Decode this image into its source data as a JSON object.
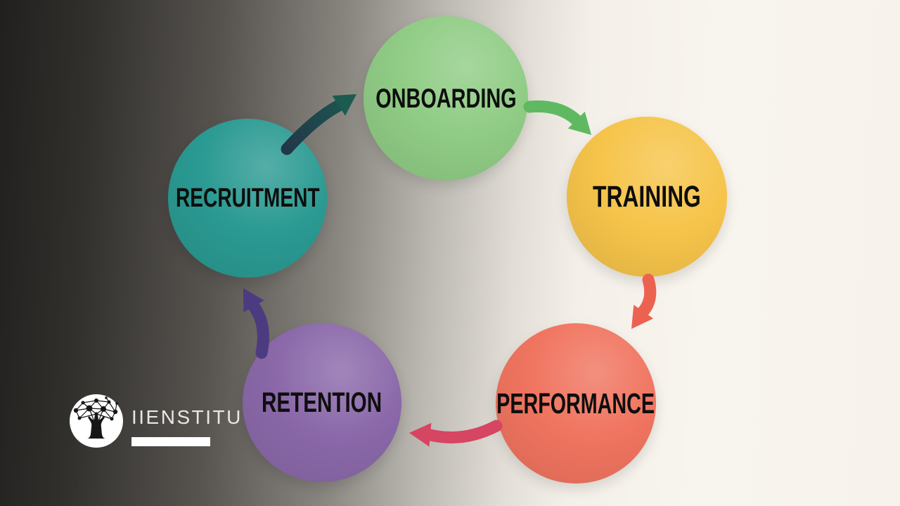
{
  "diagram": {
    "stages": [
      {
        "id": "recruitment",
        "label": "RECRUITMENT",
        "color": "#2a9a92"
      },
      {
        "id": "onboarding",
        "label": "ONBOARDING",
        "color": "#90cc85"
      },
      {
        "id": "training",
        "label": "TRAINING",
        "color": "#f6c44a"
      },
      {
        "id": "performance",
        "label": "PERFORMANCE",
        "color": "#f0745f"
      },
      {
        "id": "retention",
        "label": "RETENTION",
        "color": "#8a68a9"
      }
    ],
    "arrows": [
      {
        "from": "recruitment",
        "to": "onboarding",
        "color": "#223749",
        "color_end": "#1b5b50"
      },
      {
        "from": "onboarding",
        "to": "training",
        "color": "#5fb961",
        "color_end": "#5fb961"
      },
      {
        "from": "training",
        "to": "performance",
        "color": "#ec6251",
        "color_end": "#ec6251"
      },
      {
        "from": "performance",
        "to": "retention",
        "color": "#d64561",
        "color_end": "#d64561"
      },
      {
        "from": "retention",
        "to": "recruitment",
        "color": "#4c3b80",
        "color_end": "#4c3b80"
      }
    ],
    "label_color": "#0e0e0e"
  },
  "logo": {
    "brand": "IIENSTITU",
    "icon": "network-tree-icon",
    "badge_color": "#ffffff",
    "icon_color": "#161616"
  },
  "background": {
    "gradient_left": "#21201e",
    "gradient_right": "#f7f3ec"
  }
}
